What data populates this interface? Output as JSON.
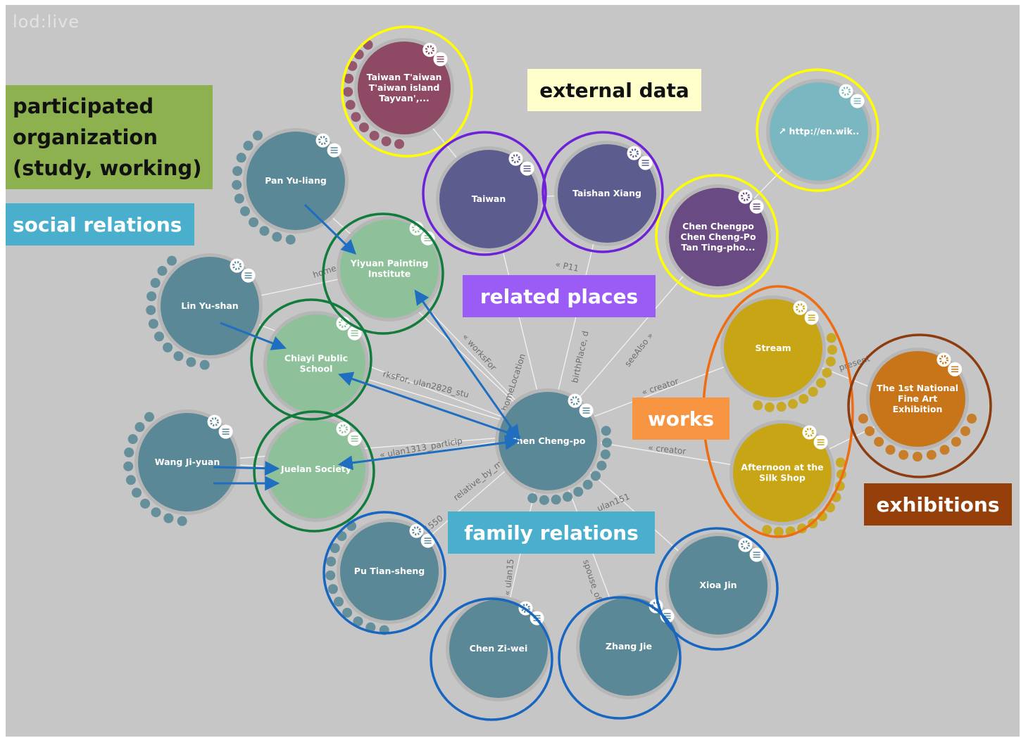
{
  "app": {
    "logo": "lod:live"
  },
  "annotations": {
    "participated": "participated organization (study, working)",
    "social": "social relations",
    "external": "external data",
    "places": "related places",
    "works": "works",
    "exhibitions": "exhibitions",
    "family": "family relations"
  },
  "nodes": {
    "taiwan_alt": [
      "Taiwan T'aiwan",
      "T'aiwan island",
      "Tayvan',..."
    ],
    "pan": [
      "Pan Yu-liang"
    ],
    "taiwan": [
      "Taiwan"
    ],
    "taishan": [
      "Taishan Xiang"
    ],
    "wiki": [
      "↗ http://en.wik.."
    ],
    "chen_alt": [
      "Chen Chengpo",
      "Chen Cheng-Po",
      "Tan Ting-pho..."
    ],
    "yiyuan": [
      "Yiyuan Painting",
      "Institute"
    ],
    "lin": [
      "Lin Yu-shan"
    ],
    "chiayi": [
      "Chiayi Public",
      "School"
    ],
    "stream": [
      "Stream"
    ],
    "exhibition": [
      "The 1st National",
      "Fine Art",
      "Exhibition"
    ],
    "chen": [
      "Chen Cheng-po"
    ],
    "wang": [
      "Wang Ji-yuan"
    ],
    "juelan": [
      "Juelan Society"
    ],
    "afternoon": [
      "Afternoon at the",
      "Silk Shop"
    ],
    "pu": [
      "Pu Tian-sheng"
    ],
    "ziwei": [
      "Chen Zi-wei"
    ],
    "zhang": [
      "Zhang Jie"
    ],
    "xioa": [
      "Xioa Jin"
    ]
  },
  "edge_labels": {
    "worksfor": "« worksFor",
    "worksfor_ulan": "rksFor, ulan2828_stu",
    "homelocation": "homeLocation",
    "birthplace": "birthPlace, d",
    "seealso": "seeAlso »",
    "creator1": "« creator",
    "creator2": "« creator",
    "ulan1313": "« ulan1313_particip",
    "relative": "relative_by_ma",
    "spouse": "spouse_of »",
    "ulan151": "ulan151",
    "p11": "« P11",
    "ulan1550": "1550",
    "ulan15": "« ulan15",
    "present": "present",
    "home": "home"
  },
  "colors": {
    "person": "#5a8896",
    "organization": "#8ec19a",
    "place": "#5c5c8e",
    "resource_alt": "#8e4a64",
    "resource_chen": "#6a4a82",
    "external": "#7bb7c1",
    "work": "#c8a514",
    "exhibition": "#c87418",
    "ring_yellow": "#ffff00",
    "ring_purple": "#6e22d8",
    "ring_green": "#117c3c",
    "ring_blue": "#1866c0",
    "ring_orange": "#ee6c12",
    "ring_brown": "#8c3c0e",
    "arrow": "#1f6ec0"
  }
}
